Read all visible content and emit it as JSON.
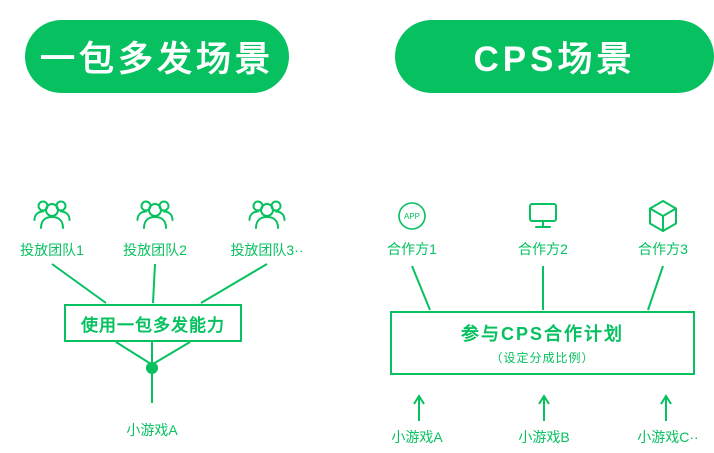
{
  "colors": {
    "green": "#07c160",
    "white": "#ffffff"
  },
  "left_section": {
    "header": "一包多发场景",
    "teams": [
      "投放团队1",
      "投放团队2",
      "投放团队3··"
    ],
    "box_label": "使用一包多发能力",
    "output": "小游戏A"
  },
  "right_section": {
    "header": "CPS场景",
    "partners": [
      "合作方1",
      "合作方2",
      "合作方3"
    ],
    "app_icon_text": "APP",
    "box_title": "参与CPS合作计划",
    "box_subtitle": "（设定分成比例）",
    "outputs": [
      "小游戏A",
      "小游戏B",
      "小游戏C··"
    ]
  }
}
